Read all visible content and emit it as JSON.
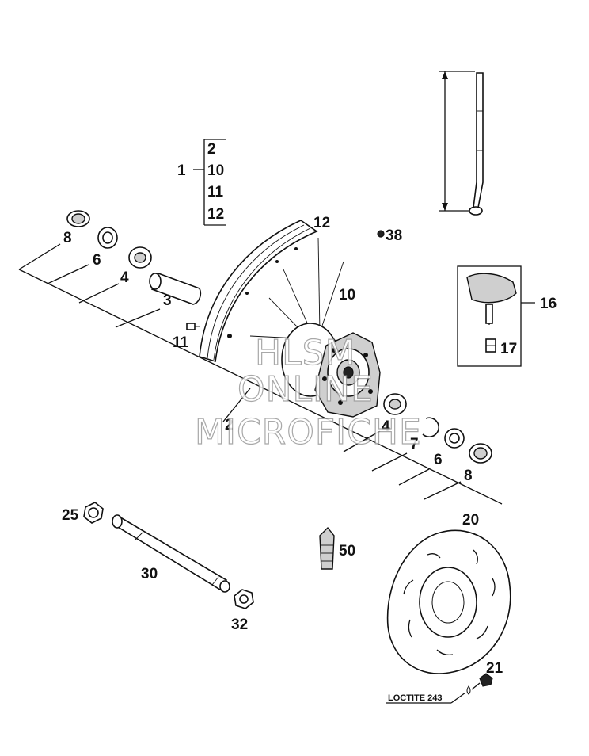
{
  "callouts": {
    "c1": "1",
    "c1_sub": [
      "2",
      "10",
      "11",
      "12"
    ],
    "c8a": "8",
    "c6a": "6",
    "c4a": "4",
    "c3": "3",
    "c11": "11",
    "c12": "12",
    "c10": "10",
    "c38": "38",
    "c2": "2",
    "c4b": "4",
    "c7": "7",
    "c6b": "6",
    "c8b": "8",
    "c16": "16",
    "c17": "17",
    "c25": "25",
    "c30": "30",
    "c32": "32",
    "c50": "50",
    "c20": "20",
    "c21": "21"
  },
  "loctite_note": "LOCTITE 243",
  "watermark": [
    "HLSM",
    "ONLINE",
    "MICROFICHE"
  ]
}
